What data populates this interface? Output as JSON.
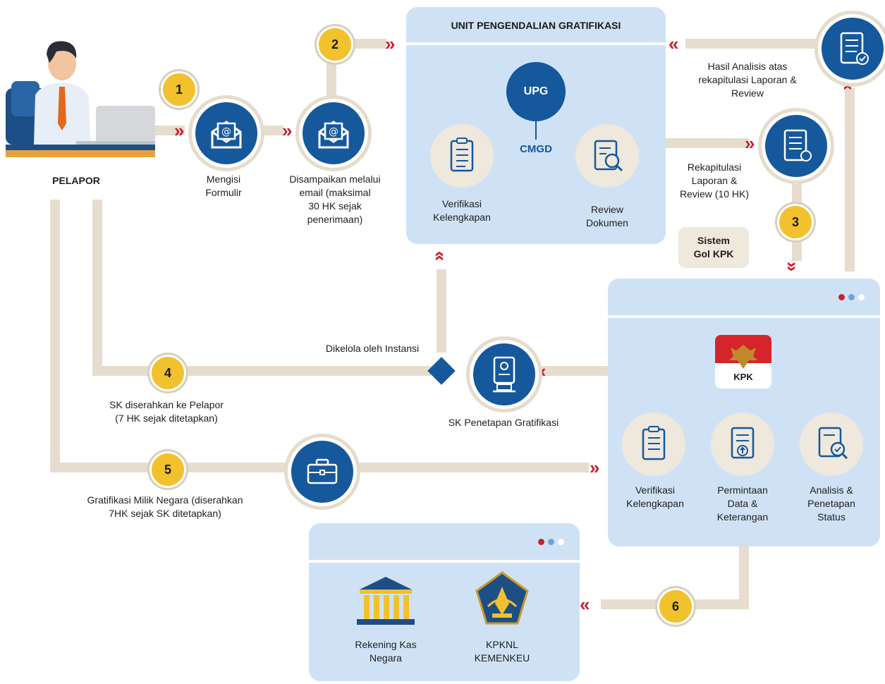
{
  "actor": {
    "name": "PELAPOR"
  },
  "steps": [
    {
      "num": "1"
    },
    {
      "num": "2"
    },
    {
      "num": "3"
    },
    {
      "num": "4"
    },
    {
      "num": "5"
    },
    {
      "num": "6"
    }
  ],
  "flow": {
    "fill_form": "Mengisi\nFormulir",
    "email": "Disampaikan melalui\nemail (maksimal\n30 HK sejak\npenerimaan)",
    "sk_to_reporter": "SK diserahkan ke Pelapor\n(7 HK sejak ditetapkan)",
    "state_property": "Gratifikasi Milik Negara (diserahkan\n7HK sejak SK ditetapkan)",
    "managed_by": "Dikelola oleh Instansi",
    "sk_decision": "SK Penetapan Gratifikasi",
    "recap": "Rekapitulasi\nLaporan &\nReview (10 HK)",
    "analysis_result": "Hasil Analisis atas\nrekapitulasi Laporan &\nReview",
    "system": "Sistem\nGol KPK"
  },
  "upg_panel": {
    "title": "UNIT PENGENDALIAN GRATIFIKASI",
    "upg": "UPG",
    "cmgd": "CMGD",
    "verify": "Verifikasi\nKelengkapan",
    "review": "Review\nDokumen"
  },
  "kpk_panel": {
    "logo_text": "KPK",
    "verify": "Verifikasi\nKelengkapan",
    "request": "Permintaan\nData &\nKeterangan",
    "analysis": "Analisis &\nPenetapan\nStatus"
  },
  "treasury_panel": {
    "rekening": "Rekening Kas\nNegara",
    "kpknl": "KPKNL\nKEMENKEU"
  },
  "colors": {
    "blue": "#15589c",
    "panel": "#cfe2f5",
    "line": "#e6ddce",
    "badge": "#f2c12e",
    "chevron": "#c8202f"
  }
}
